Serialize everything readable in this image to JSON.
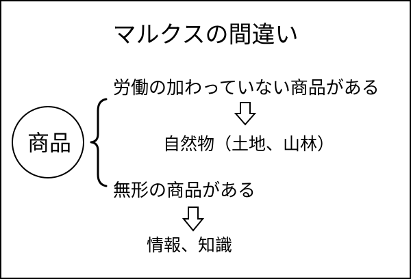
{
  "title": "マルクスの間違い",
  "center_node": {
    "label": "商品"
  },
  "branches": [
    {
      "label": "労働の加わっていない商品がある",
      "arrow_icon": "down-arrow-icon",
      "result": "自然物（土地、山林）"
    },
    {
      "label": "無形の商品がある",
      "arrow_icon": "down-arrow-icon",
      "result": "情報、知識"
    }
  ],
  "colors": {
    "stroke": "#000000",
    "background": "#ffffff"
  }
}
